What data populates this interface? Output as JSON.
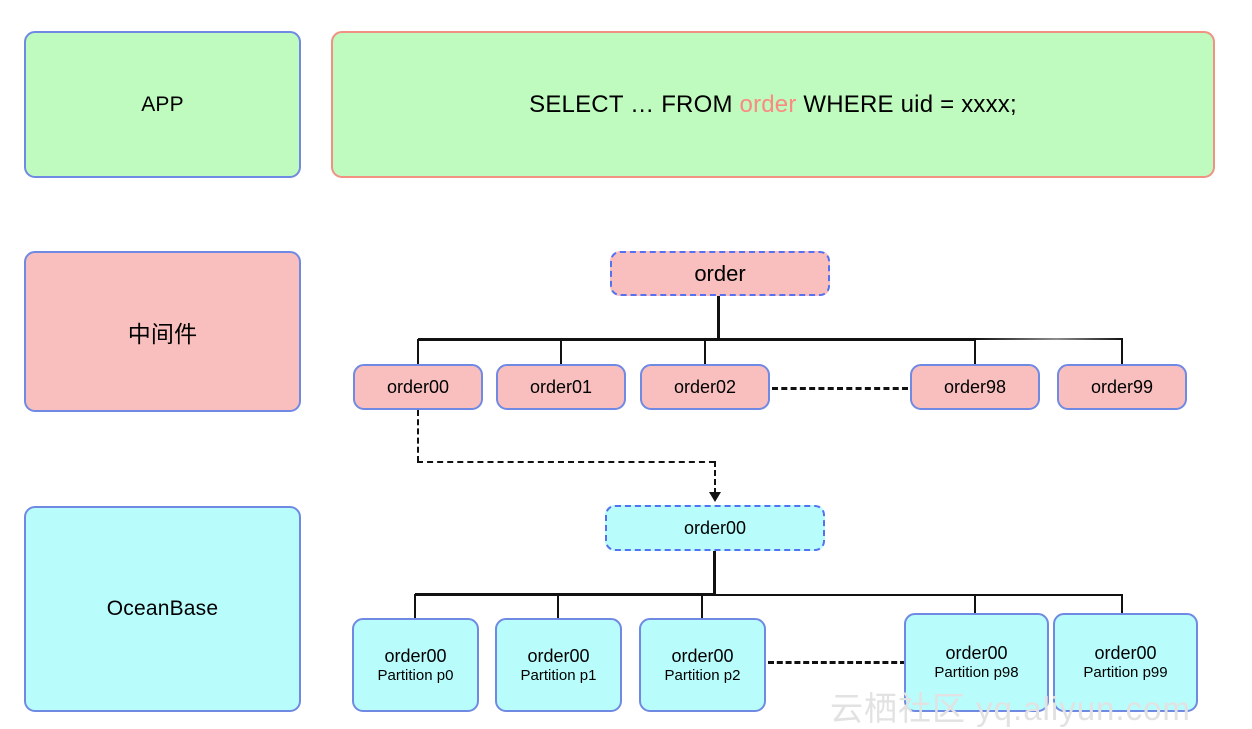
{
  "diagram": {
    "title": "Sharded table to OceanBase partition mapping",
    "colors": {
      "green_fill": "#bffabf",
      "pink_fill": "#f9bfbf",
      "cyan_fill": "#b8fcfc",
      "box_border": "#7089e3",
      "sql_border": "#f09182",
      "dashed_border": "#5570f0",
      "sql_accent": "#fb8a80",
      "connector": "#111111",
      "watermark": "#e2e2e2"
    }
  },
  "lanes": [
    {
      "id": "app",
      "label": "APP"
    },
    {
      "id": "middleware",
      "label": "中间件"
    },
    {
      "id": "oceanbase",
      "label": "OceanBase"
    }
  ],
  "sql": {
    "prefix": "SELECT … FROM ",
    "table": "order",
    "suffix": " WHERE uid = xxxx;"
  },
  "middleware_tree": {
    "root": "order",
    "children": [
      {
        "label": "order00"
      },
      {
        "label": "order01"
      },
      {
        "label": "order02"
      },
      {
        "label": "order98"
      },
      {
        "label": "order99"
      }
    ],
    "ellipsis_between": [
      "order02",
      "order98"
    ]
  },
  "oceanbase_tree": {
    "root": "order00",
    "children": [
      {
        "line1": "order00",
        "line2": "Partition p0"
      },
      {
        "line1": "order00",
        "line2": "Partition p1"
      },
      {
        "line1": "order00",
        "line2": "Partition p2"
      },
      {
        "line1": "order00",
        "line2": "Partition p98"
      },
      {
        "line1": "order00",
        "line2": "Partition p99"
      }
    ],
    "ellipsis_between": [
      "Partition p2",
      "Partition p98"
    ]
  },
  "mapping_arrow": {
    "from": "order00",
    "to": "order00"
  },
  "watermark": {
    "text": "云栖社区 yq.aliyun.com"
  }
}
